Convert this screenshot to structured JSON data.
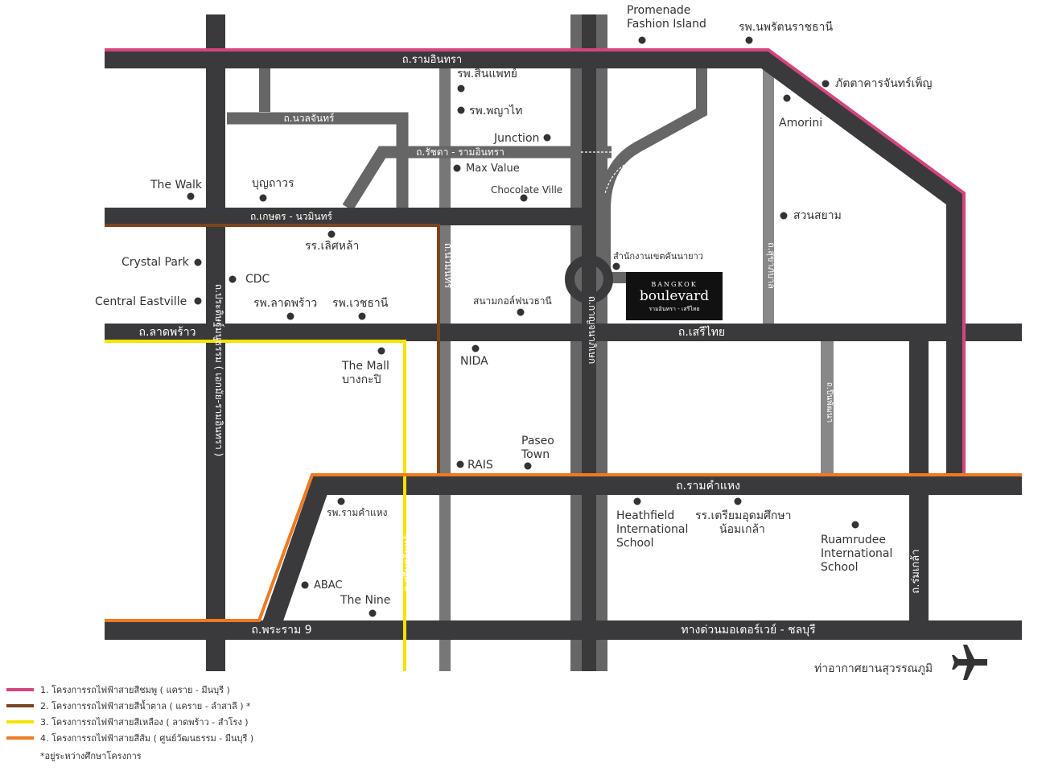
{
  "colors": {
    "road_dark": "#3a3a3c",
    "road_mid": "#666666",
    "road_light": "#888888",
    "pink_line": "#d6447f",
    "brown_line": "#7a4420",
    "yellow_line": "#f4e400",
    "orange_line": "#ee7a22",
    "poi_dot": "#333333"
  },
  "roads": {
    "ramintra": "ถ.รามอินทรา",
    "nuanchan": "ถ.นวลจันทร์",
    "ratchada_ramintra": "ถ.รัชดา - รามอินทรา",
    "kaset_nawamin": "ถ.เกษตร - นวมินทร์",
    "nawamin": "ถ.นวมินทร์",
    "ladprao": "ถ.ลาดพร้าว",
    "serithai": "ถ.เสรีไทย",
    "pradit_manutham": "ถ.ประดิษฐ์มนูธรรม ( เอกมัย-รามอินทรา )",
    "kanchanaphisek": "ถ.กาญจนาภิเษก",
    "sukhaphiban": "ถ.สุขาภิบาล",
    "seriwattana": "ถ.ปิ่นพัฒนา",
    "ramkhamhaeng": "ถ.รามคำแหง",
    "srinakarin": "ถ.ศรีนครินทร์",
    "romklao": "ถ.ร่มเกล้า",
    "rama9": "ถ.พระราม 9",
    "motorway": "ทางด่วนมอเตอร์เวย์ - ชลบุรี"
  },
  "pois": {
    "promenade": [
      "Promenade",
      "Fashion Island"
    ],
    "nopparat": "รพ.นพรัตนราชธานี",
    "pattakarn": "ภัตตาคารจันทร์เพ็ญ",
    "amorini": "Amorini",
    "sinpat": "รพ.สินแพทย์",
    "phyathai": "รพ.พญาไท",
    "junction": "Junction",
    "maxvalue": "Max Value",
    "chocolate": "Chocolate Ville",
    "thewalk": "The Walk",
    "boonthavorn": "บุญถาวร",
    "suansiam": "สวนสยาม",
    "lertla": "รร.เลิศหล้า",
    "crystal": "Crystal Park",
    "cdc": "CDC",
    "district": "สำนักงานเขตคันนายาว",
    "eastville": "Central Eastville",
    "ladprao_hosp": "รพ.ลาดพร้าว",
    "wetchathani": "รพ.เวชธานี",
    "golf": "สนามกอล์ฟนวธานี",
    "mall": [
      "The Mall",
      "บางกะปิ"
    ],
    "nida": "NIDA",
    "paseo": [
      "Paseo",
      "Town"
    ],
    "rais": "RAIS",
    "ram_hosp": "รพ.รามคำแหง",
    "heathfield": [
      "Heathfield",
      "International",
      "School"
    ],
    "triam": [
      "รร.เตรียมอุดมศึกษา",
      "น้อมเกล้า"
    ],
    "ruamrudee": [
      "Ruamrudee",
      "International",
      "School"
    ],
    "abac": "ABAC",
    "thenine": "The Nine",
    "airport": "ท่าอากาศยานสุวรรณภูมิ"
  },
  "project": {
    "line1": "BANGKOK",
    "line2": "boulevard",
    "line3": "รามอินทรา - เสรีไทย"
  },
  "legend": [
    {
      "label": "1. โครงการรถไฟฟ้าสายสีชมพู ( แคราย - มีนบุรี )",
      "color": "#d6447f"
    },
    {
      "label": "2. โครงการรถไฟฟ้าสายสีน้ำตาล ( แคราย - ลำสาลี ) *",
      "color": "#7a4420"
    },
    {
      "label": "3. โครงการรถไฟฟ้าสายสีเหลือง ( ลาดพร้าว - สำโรง )",
      "color": "#f4e400"
    },
    {
      "label": "4. โครงการรถไฟฟ้าสายสีส้ม ( ศูนย์วัฒนธรรม - มีนบุรี )",
      "color": "#ee7a22"
    }
  ],
  "footnote": "*อยู่ระหว่างศึกษาโครงการ"
}
